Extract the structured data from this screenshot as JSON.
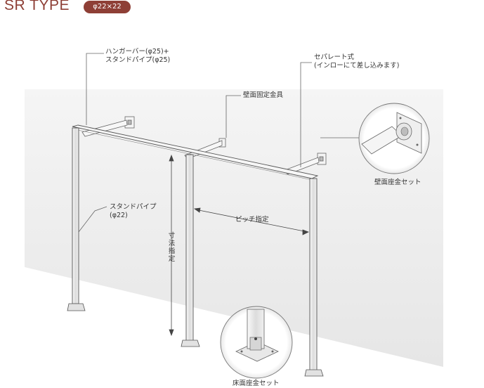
{
  "header": {
    "title": "SR TYPE",
    "badge": "φ22×22"
  },
  "labels": {
    "hanger_bar_line1": "ハンガーバー(φ25)+",
    "hanger_bar_line2": "スタンドパイプ(φ25)",
    "separate_line1": "セパレート式",
    "separate_line2": "(インローにて差し込みます)",
    "wall_bracket": "壁面固定金具",
    "stand_pipe_line1": "スタンドパイプ",
    "stand_pipe_line2": "(φ22)",
    "pitch": "ピッチ指定",
    "dimension": "寸法指定",
    "wall_base_set": "壁面座金セット",
    "floor_base_set": "床面座金セット"
  },
  "colors": {
    "accent": "#8e3f36",
    "background_wall": "#ececec",
    "line": "#555555"
  }
}
